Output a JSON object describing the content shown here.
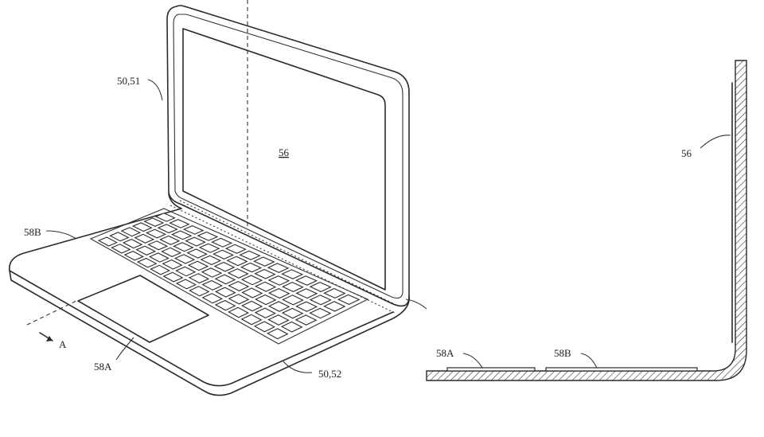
{
  "figure": {
    "labels": {
      "housing_upper": "50,51",
      "display": "56",
      "keyboard": "58B",
      "section_marker": "A",
      "trackpad": "58A",
      "housing_lower": "50,52",
      "section_display": "56",
      "section_trackpad": "58A",
      "section_keyboard": "58B"
    }
  }
}
